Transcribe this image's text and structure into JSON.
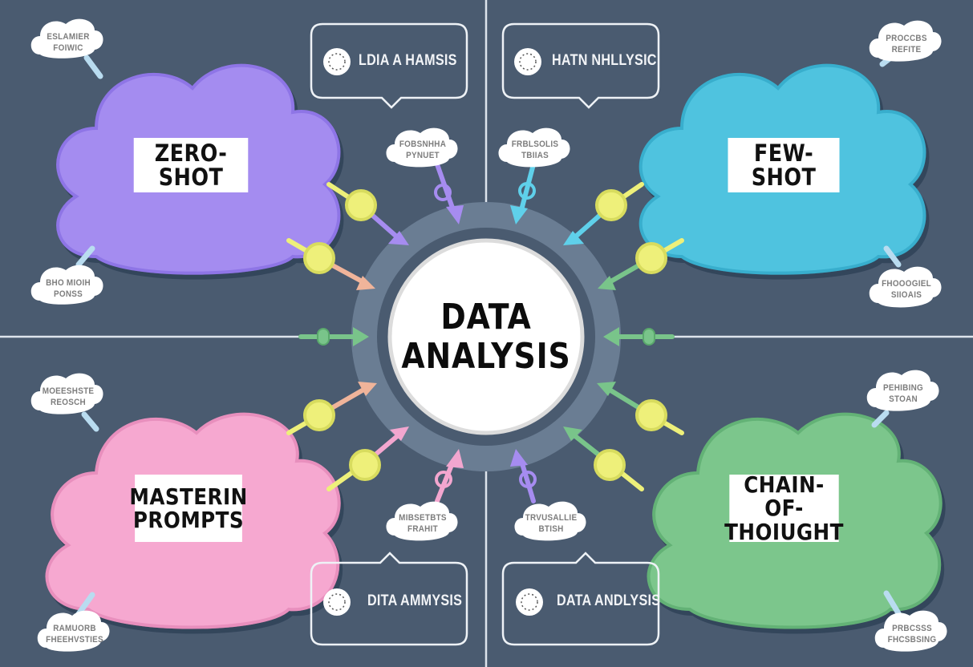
{
  "diagram": {
    "center": {
      "line1": "DATA",
      "line2": "ANALYSIS"
    },
    "quadrants": [
      {
        "id": "top-left",
        "label": "ZERO-SHOT",
        "color": "#a48cf0",
        "border": "#8e74e6"
      },
      {
        "id": "top-right",
        "label": "FEW-SHOT",
        "color": "#4fc3df",
        "border": "#38aecd"
      },
      {
        "id": "bottom-left",
        "label_line1": "MASTERIN",
        "label_line2": "PROMPTS",
        "color": "#f6a8d0",
        "border": "#e88fbd"
      },
      {
        "id": "bottom-right",
        "label_line1": "CHAIN-OF-",
        "label_line2": "THOIUGHT",
        "color": "#7cc68c",
        "border": "#64b276"
      }
    ],
    "callouts": [
      {
        "id": "top-left-callout",
        "text": "LDIA A HAMSIS"
      },
      {
        "id": "top-right-callout",
        "text": "HATN NHLLYSIC"
      },
      {
        "id": "bottom-left-callout",
        "text": "DITA AMMYSIS"
      },
      {
        "id": "bottom-right-callout",
        "text": "DATA ANDLYSIS"
      }
    ],
    "mini_clouds": [
      {
        "id": "tl-outer-top",
        "line1": "ESLAMIER",
        "line2": "FOIWIC"
      },
      {
        "id": "tl-outer-bottom",
        "line1": "BHO MIOIH",
        "line2": "PONSS"
      },
      {
        "id": "tl-inner",
        "line1": "FOBSNHHA",
        "line2": "PYNUET"
      },
      {
        "id": "tr-inner",
        "line1": "FRBLSOLIS",
        "line2": "TBIIAS"
      },
      {
        "id": "tr-outer-top",
        "line1": "PROCCBS",
        "line2": "REFITE"
      },
      {
        "id": "tr-outer-bottom",
        "line1": "FHOOOGIEL",
        "line2": "SIIOAIS"
      },
      {
        "id": "bl-outer-top",
        "line1": "MOEESHSTE",
        "line2": "REOSCH"
      },
      {
        "id": "bl-outer-bottom",
        "line1": "RAMUORB",
        "line2": "FHEEHVSTIES"
      },
      {
        "id": "bl-inner",
        "line1": "MIBSETBTS",
        "line2": "FRAHIT"
      },
      {
        "id": "br-inner",
        "line1": "TRVUSALLIE",
        "line2": "BTISH"
      },
      {
        "id": "br-outer-top",
        "line1": "PEHIBING",
        "line2": "STOAN"
      },
      {
        "id": "br-outer-bottom",
        "line1": "PRBCSSS",
        "line2": "FHCSBSING"
      }
    ],
    "colors": {
      "background": "#4a5b70",
      "divider": "#dde4ec",
      "ring": "#6a7d93",
      "ring_inner": "#4a5b70",
      "node_yellow": "#eef07a",
      "node_yellow_border": "#d8dc5e",
      "arrow_green": "#79c48a",
      "arrow_purple": "#a68cf0",
      "arrow_cyan": "#5fd0ea",
      "arrow_pink": "#f3a6cf",
      "arrow_orange": "#f0b49a"
    }
  }
}
